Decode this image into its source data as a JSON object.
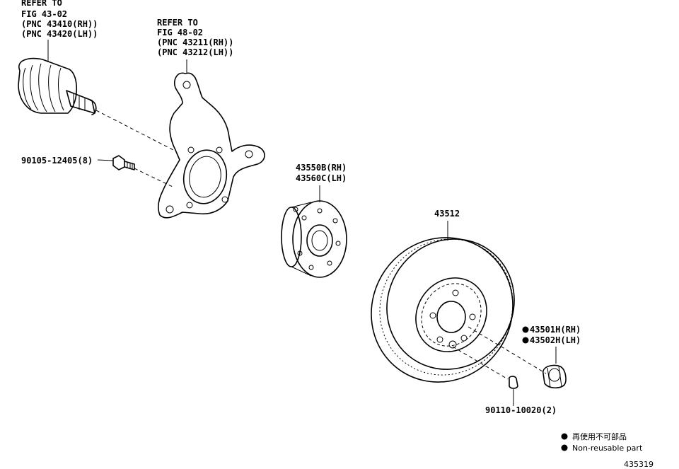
{
  "callouts": {
    "cv_joint": [
      "REFER TO",
      "FIG 43-02",
      "(PNC 43410(RH))",
      "(PNC 43420(LH))"
    ],
    "knuckle": [
      "REFER TO",
      "FIG 48-02",
      "(PNC 43211(RH))",
      "(PNC 43212(LH))"
    ],
    "bolt": "90105-12405(8)",
    "hub": [
      "43550B(RH)",
      "43560C(LH)"
    ],
    "disc": "43512",
    "nut": [
      "43501H(RH)",
      "43502H(LH)"
    ],
    "screw": "90110-10020(2)"
  },
  "legend": {
    "items": [
      "再使用不可部品",
      "Non-reusable part"
    ]
  },
  "figure_number": "435319"
}
